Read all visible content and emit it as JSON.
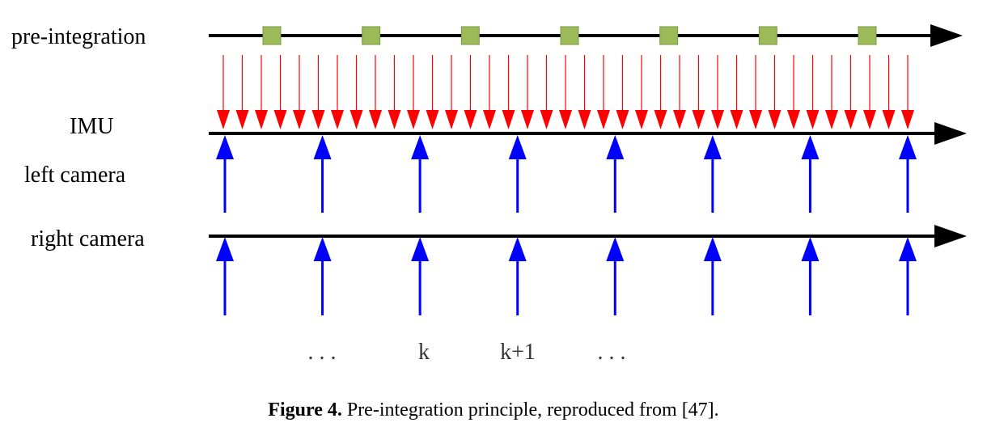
{
  "labels": {
    "preintegration": "pre-integration",
    "imu": "IMU",
    "left_camera": "left camera",
    "right_camera": "right camera"
  },
  "frame_labels": {
    "dots_left": ". . .",
    "k": "k",
    "k_plus_1": "k+1",
    "dots_right": ". . ."
  },
  "caption": {
    "figure_number": "Figure 4.",
    "text": " Pre-integration principle, reproduced from [47]."
  },
  "colors": {
    "timeline": "#000000",
    "preintegration_marker": "#9bbb59",
    "imu_arrow": "#ff0000",
    "camera_arrow": "#0000ff"
  },
  "counts": {
    "preintegration_markers": 7,
    "imu_samples": 37,
    "camera_frames": 8
  }
}
